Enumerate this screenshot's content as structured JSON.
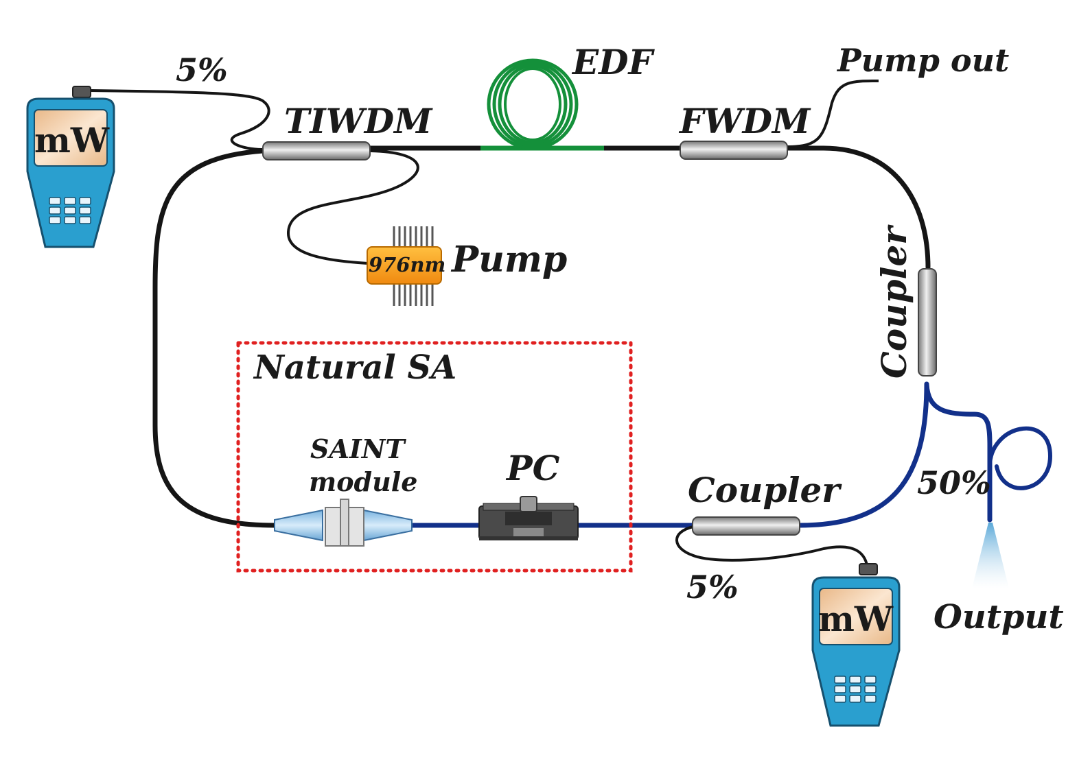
{
  "labels": {
    "edf": "EDF",
    "tiwdm": "TIWDM",
    "fwdm": "FWDM",
    "pump_out": "Pump out",
    "pump": "Pump",
    "pump_wavelength": "976nm",
    "coupler_right": "Coupler",
    "coupler_bottom": "Coupler",
    "natural_sa": "Natural SA",
    "saint_line1": "SAINT",
    "saint_line2": "module",
    "pc": "PC",
    "tap_top": "5%",
    "tap_bottom": "5%",
    "split": "50%",
    "output": "Output"
  },
  "meters": {
    "top_left": "mW",
    "bottom": "mW"
  },
  "colors": {
    "fiber_black": "#151515",
    "fiber_green": "#14903a",
    "fiber_blue": "#12308a",
    "meter_body": "#2a9fcf",
    "meter_screen": "#f2d2b0",
    "sa_box": "#e02020",
    "pump_chip": "#f6a020"
  }
}
